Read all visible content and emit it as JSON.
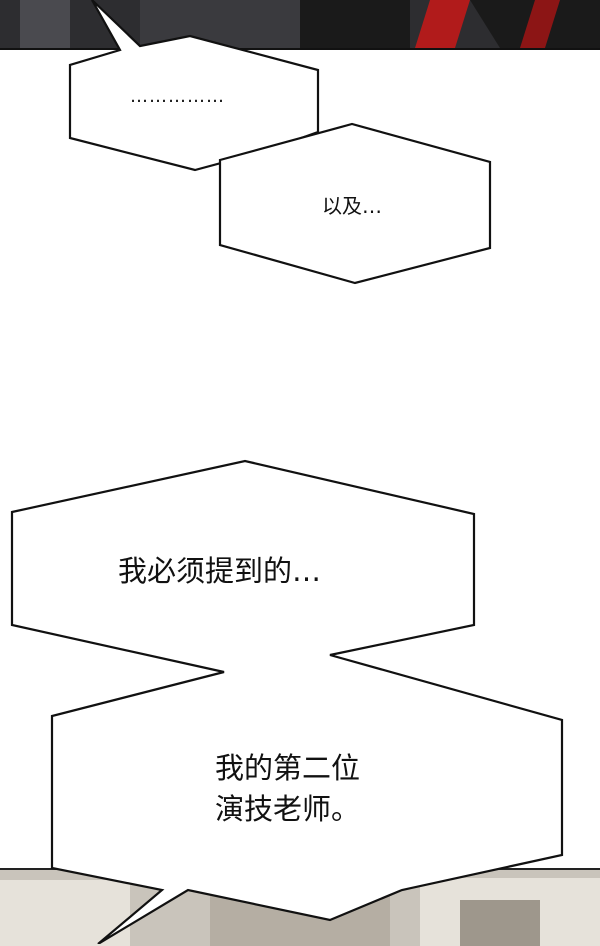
{
  "scene": {
    "top_panel_colors": [
      "#2d2d30",
      "#4a4a4f",
      "#b11b1b",
      "#1a1a1a"
    ],
    "bottom_panel_colors": [
      "#c9c4bb",
      "#e6e2da",
      "#9e978c"
    ]
  },
  "bubbles": [
    {
      "text": "……………"
    },
    {
      "text": "以及…"
    },
    {
      "text": "我必须提到的…"
    },
    {
      "text": "我的第二位\n演技老师。"
    }
  ]
}
